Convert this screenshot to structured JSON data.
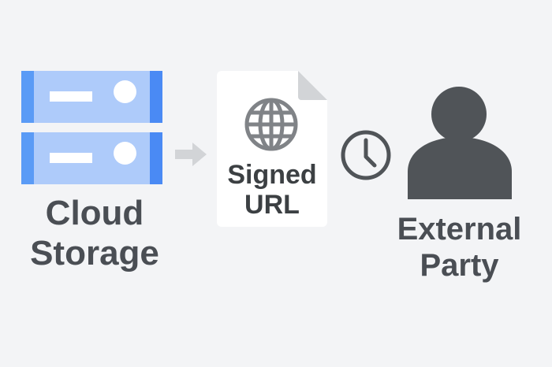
{
  "diagram": {
    "nodes": [
      {
        "id": "cloud-storage",
        "label_line1": "Cloud",
        "label_line2": "Storage",
        "icon": "server-stack-icon"
      },
      {
        "id": "signed-url",
        "label_line1": "Signed",
        "label_line2": "URL",
        "icon": "globe-document-icon"
      },
      {
        "id": "external-party",
        "label_line1": "External",
        "label_line2": "Party",
        "icon": "person-icon"
      }
    ],
    "connectors": [
      {
        "from": "cloud-storage",
        "to": "signed-url",
        "icon": "arrow-right-icon"
      },
      {
        "from": "signed-url",
        "to": "external-party",
        "icon": "clock-icon"
      }
    ]
  },
  "colors": {
    "background": "#f3f4f6",
    "server_body": "#aecbfa",
    "server_caps": "#4a8af4",
    "text": "#4a4e54",
    "icon_dark": "#505458",
    "icon_gray": "#808387",
    "arrow": "#d2d4d7"
  }
}
